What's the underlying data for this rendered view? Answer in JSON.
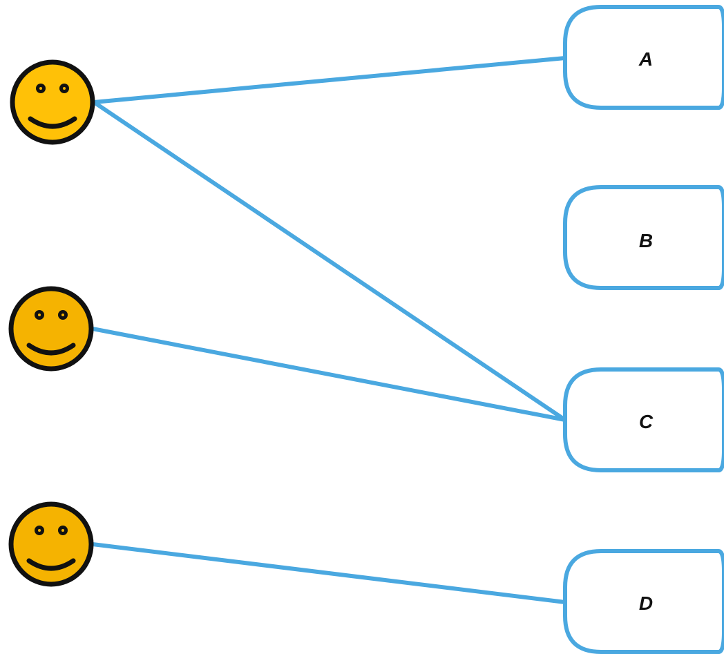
{
  "colors": {
    "line": "#4aa8e0",
    "box_stroke": "#4aa8e0",
    "box_fill": "#ffffff",
    "face_fill_top": "#ffc107",
    "face_fill_other": "#f5b301",
    "face_stroke": "#111111",
    "label_text": "#111111"
  },
  "people": [
    {
      "id": "person-1",
      "icon": "smiley-face-icon"
    },
    {
      "id": "person-2",
      "icon": "smiley-face-icon"
    },
    {
      "id": "person-3",
      "icon": "smiley-face-icon"
    }
  ],
  "boxes": [
    {
      "id": "box-a",
      "label": "A"
    },
    {
      "id": "box-b",
      "label": "B"
    },
    {
      "id": "box-c",
      "label": "C"
    },
    {
      "id": "box-d",
      "label": "D"
    }
  ],
  "connections": [
    {
      "from": "person-1",
      "to": "box-a"
    },
    {
      "from": "person-1",
      "to": "box-c"
    },
    {
      "from": "person-2",
      "to": "box-c"
    },
    {
      "from": "person-3",
      "to": "box-d"
    }
  ]
}
